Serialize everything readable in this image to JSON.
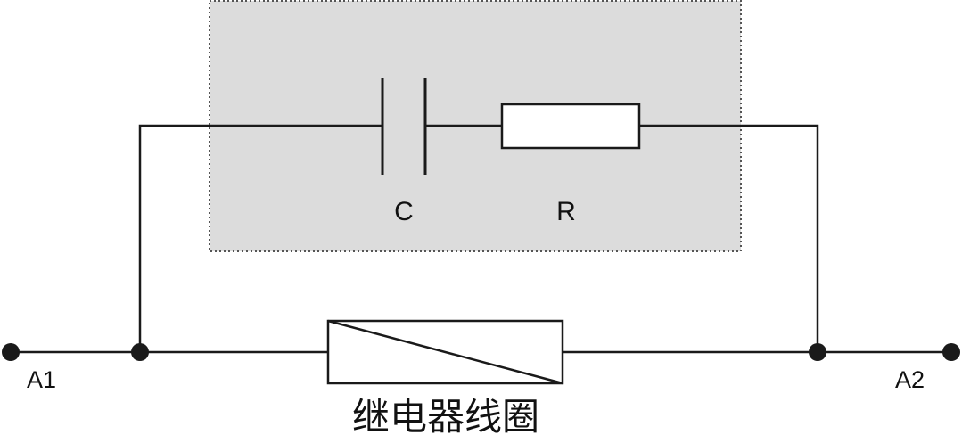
{
  "labels": {
    "capacitor": "C",
    "resistor": "R",
    "terminal_left": "A1",
    "terminal_right": "A2",
    "coil": "继电器线圈"
  },
  "colors": {
    "line": "#1a1a1a",
    "module_fill": "#dcdcdc",
    "module_border": "#555555",
    "background": "#ffffff"
  }
}
